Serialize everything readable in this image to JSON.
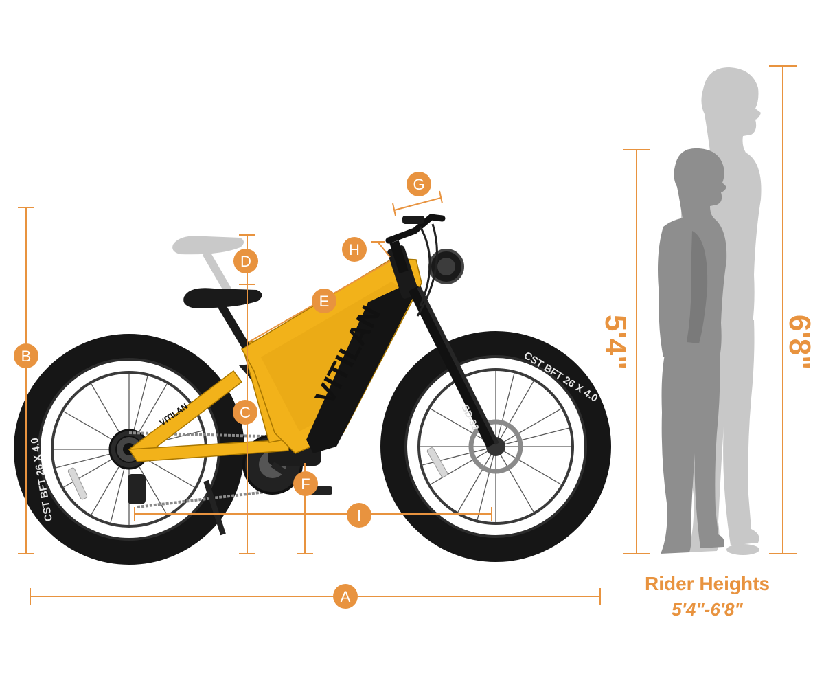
{
  "accent_color": "#e8933f",
  "frame_color": "#f2b21a",
  "silhouette_colors": {
    "tall": "#c8c8c8",
    "short": "#8e8e8e"
  },
  "markers": [
    "A",
    "B",
    "C",
    "D",
    "E",
    "F",
    "G",
    "H",
    "I"
  ],
  "brand": {
    "downtube": "VITILAN",
    "chainstay": "VITILAN"
  },
  "tire_text": {
    "front": "CST BFT 26 X 4.0",
    "rear": "CST BFT 26 X 4.0"
  },
  "fork_text": "SD-32",
  "rider_heights": {
    "short_label": "5'4\"",
    "tall_label": "6'8\"",
    "caption_title": "Rider Heights",
    "caption_range": "5'4\"-6'8\""
  }
}
